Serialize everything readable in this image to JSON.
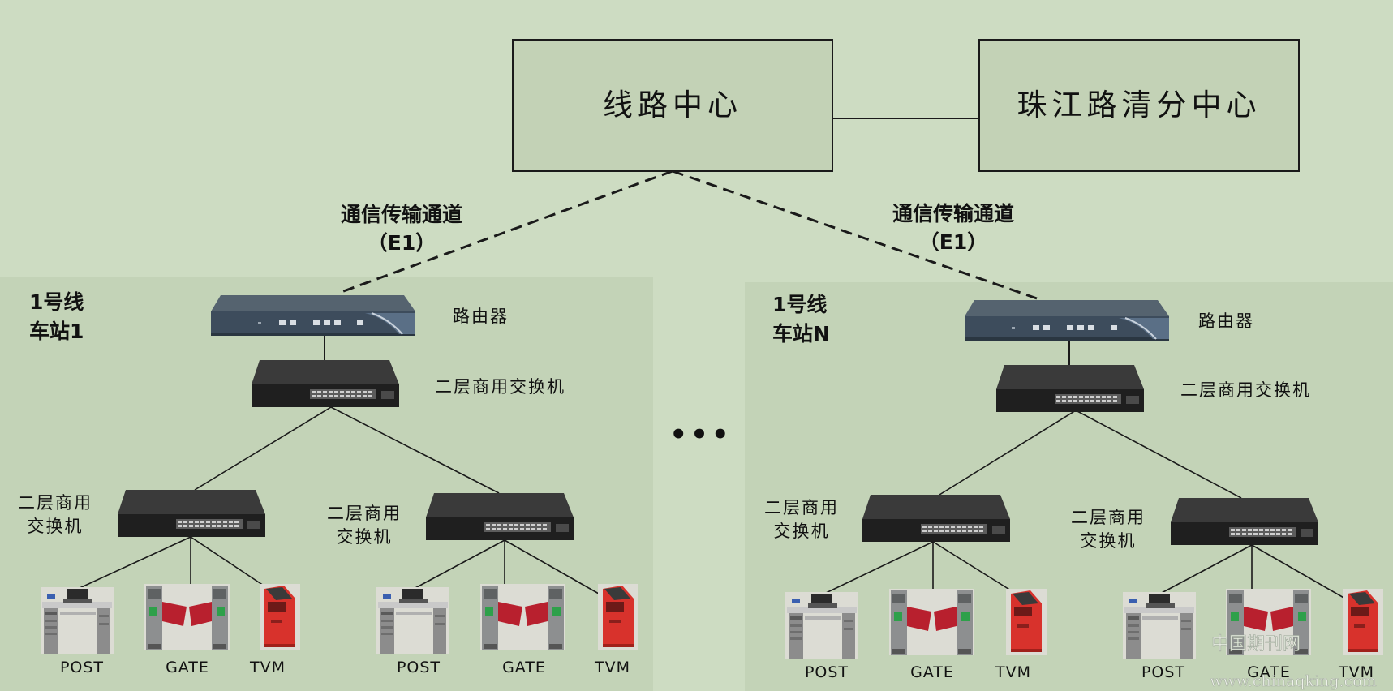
{
  "centers": {
    "line_center": "线路中心",
    "clearing_center": "珠江路清分中心"
  },
  "channels": [
    {
      "label": "通信传输通道",
      "sub": "（E1）"
    },
    {
      "label": "通信传输通道",
      "sub": "（E1）"
    }
  ],
  "stations": [
    {
      "line": "1号线",
      "name": "车站1",
      "router_label": "路由器",
      "core_switch_label": "二层商用交换机",
      "sub_switches": [
        {
          "label_line1": "二层商用",
          "label_line2": "交换机"
        },
        {
          "label_line1": "二层商用",
          "label_line2": "交换机"
        }
      ],
      "terminals": [
        "POST",
        "GATE",
        "TVM",
        "POST",
        "GATE",
        "TVM"
      ]
    },
    {
      "line": "1号线",
      "name": "车站N",
      "router_label": "路由器",
      "core_switch_label": "二层商用交换机",
      "sub_switches": [
        {
          "label_line1": "二层商用",
          "label_line2": "交换机"
        },
        {
          "label_line1": "二层商用",
          "label_line2": "交换机"
        }
      ],
      "terminals": [
        "POST",
        "GATE",
        "TVM",
        "POST",
        "GATE",
        "TVM"
      ]
    }
  ],
  "ellipsis": "•••",
  "watermark": {
    "title": "中国期刊网",
    "url": "www.chinaqking.com"
  },
  "colors": {
    "background": "#cddcc2",
    "panel": "#c3d3b7",
    "center_box": "#c3d2b6",
    "router_body": "#3d4c5c",
    "switch_body": "#1f1f1f",
    "gate_flap": "#b8202e",
    "tvm_red": "#d8322c"
  }
}
